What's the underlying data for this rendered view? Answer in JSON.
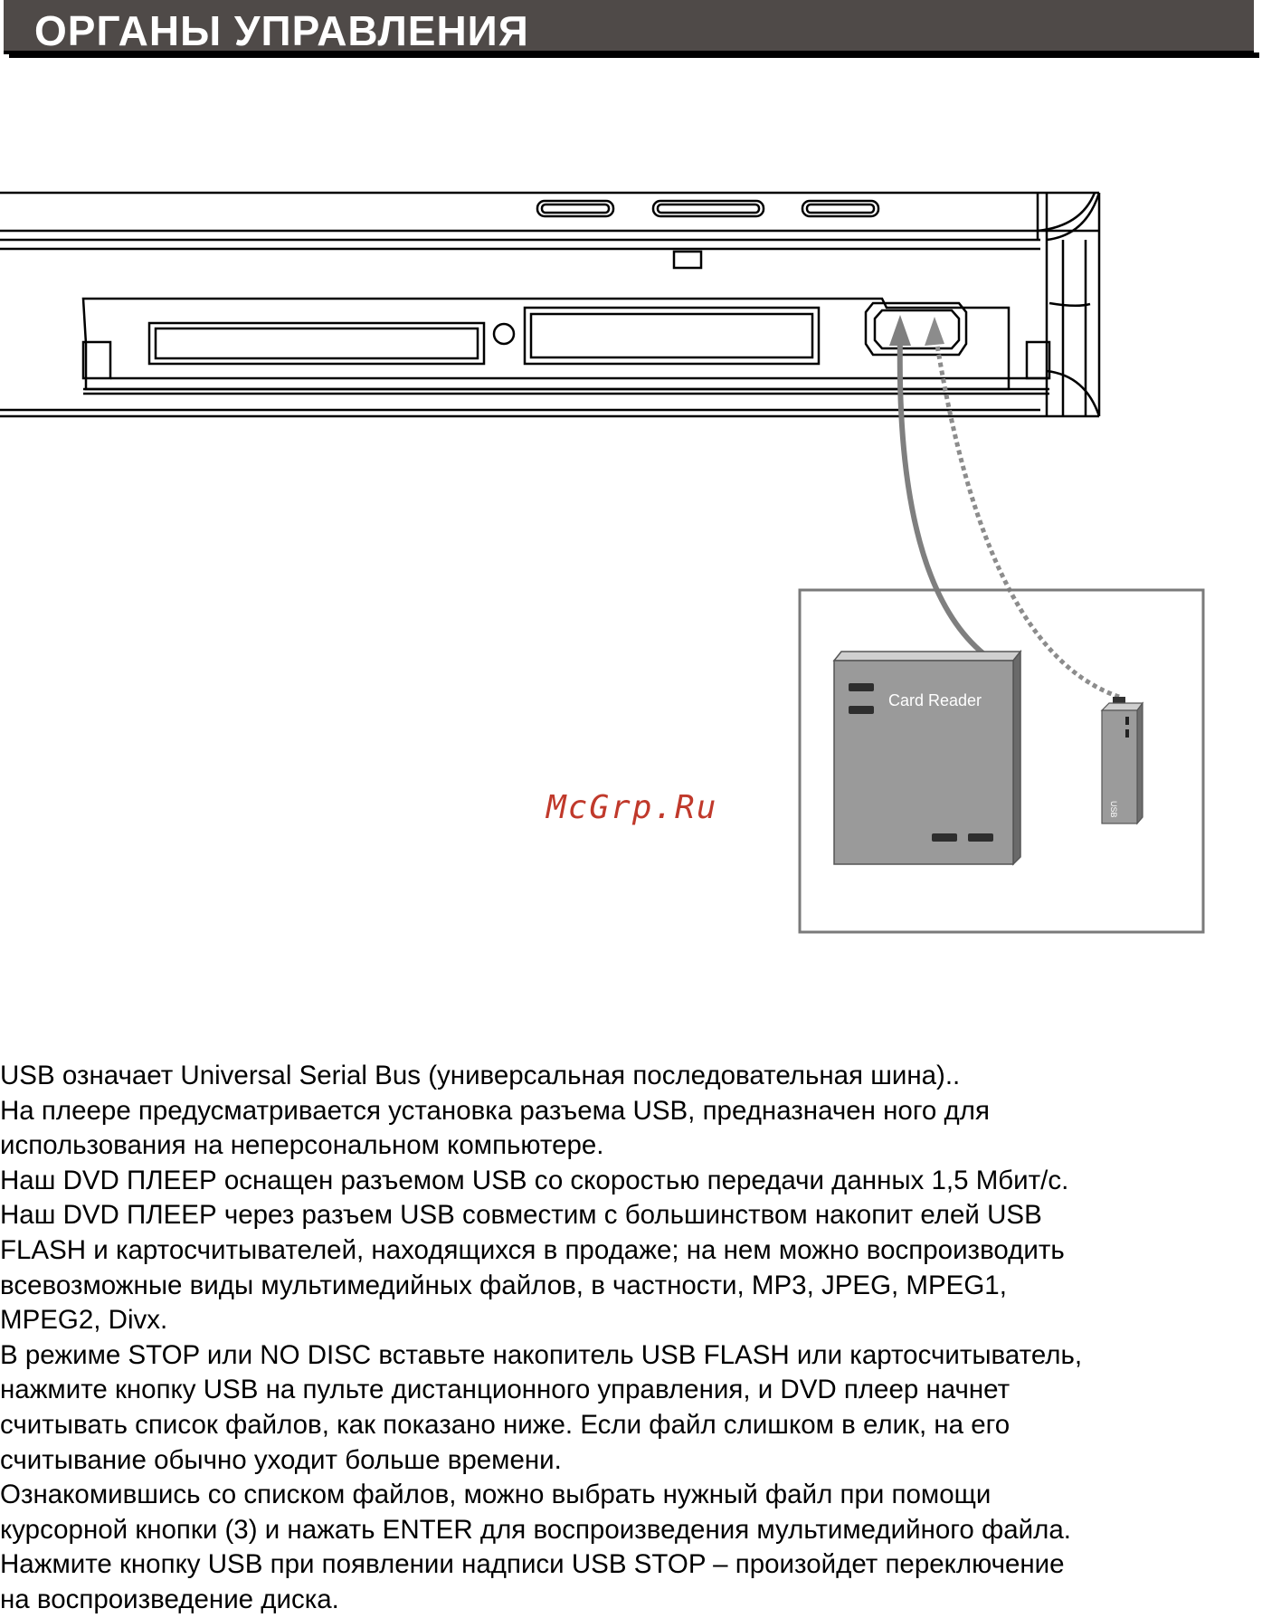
{
  "header": {
    "title": "ОРГАНЫ УПРАВЛЕНИЯ"
  },
  "figure": {
    "card_reader_label": "Card Reader",
    "usb_stick_label": "USB"
  },
  "watermark": "McGrp.Ru",
  "body": {
    "lines": [
      "USB означает Universal Serial Bus (универсальная последовательная шина)..",
      "На плеере предусматривается установка разъема USB, предназначен   ного для",
      "использования на неперсональном компьютере.",
      "Наш DVD ПЛЕЕР оснащен разъемом USB со скоростью передачи данных  1,5 Мбит/с.",
      "Наш DVD ПЛЕЕР через разъем USB совместим с большинством накопит елей USB",
      "FLASH и картосчитывателей, находящихся в продаже; на нем можно  воспроизводить",
      "всевозможные виды мультимедийных файлов, в частности, MP3, JPEG, MPEG1,",
      "MPEG2, Divx.",
      "В режиме STOP или NO DISC вставьте накопитель USB FLASH или картосчитыватель,",
      "нажмите кнопку USB на пульте дистанционного управления, и DVD плеер начнет",
      "считывать список файлов, как показано ниже. Если файл слишком в   елик, на его",
      "считывание обычно уходит больше времени.",
      "Ознакомившись со списком файлов, можно выбрать нужный файл при    помощи",
      "курсорной кнопки (3) и нажать ENTER для воспроизведения мультимедийного файла.",
      "Нажмите кнопку USB при появлении надписи USB STOP – произойдет переключение",
      "на воспроизведение диска."
    ]
  }
}
